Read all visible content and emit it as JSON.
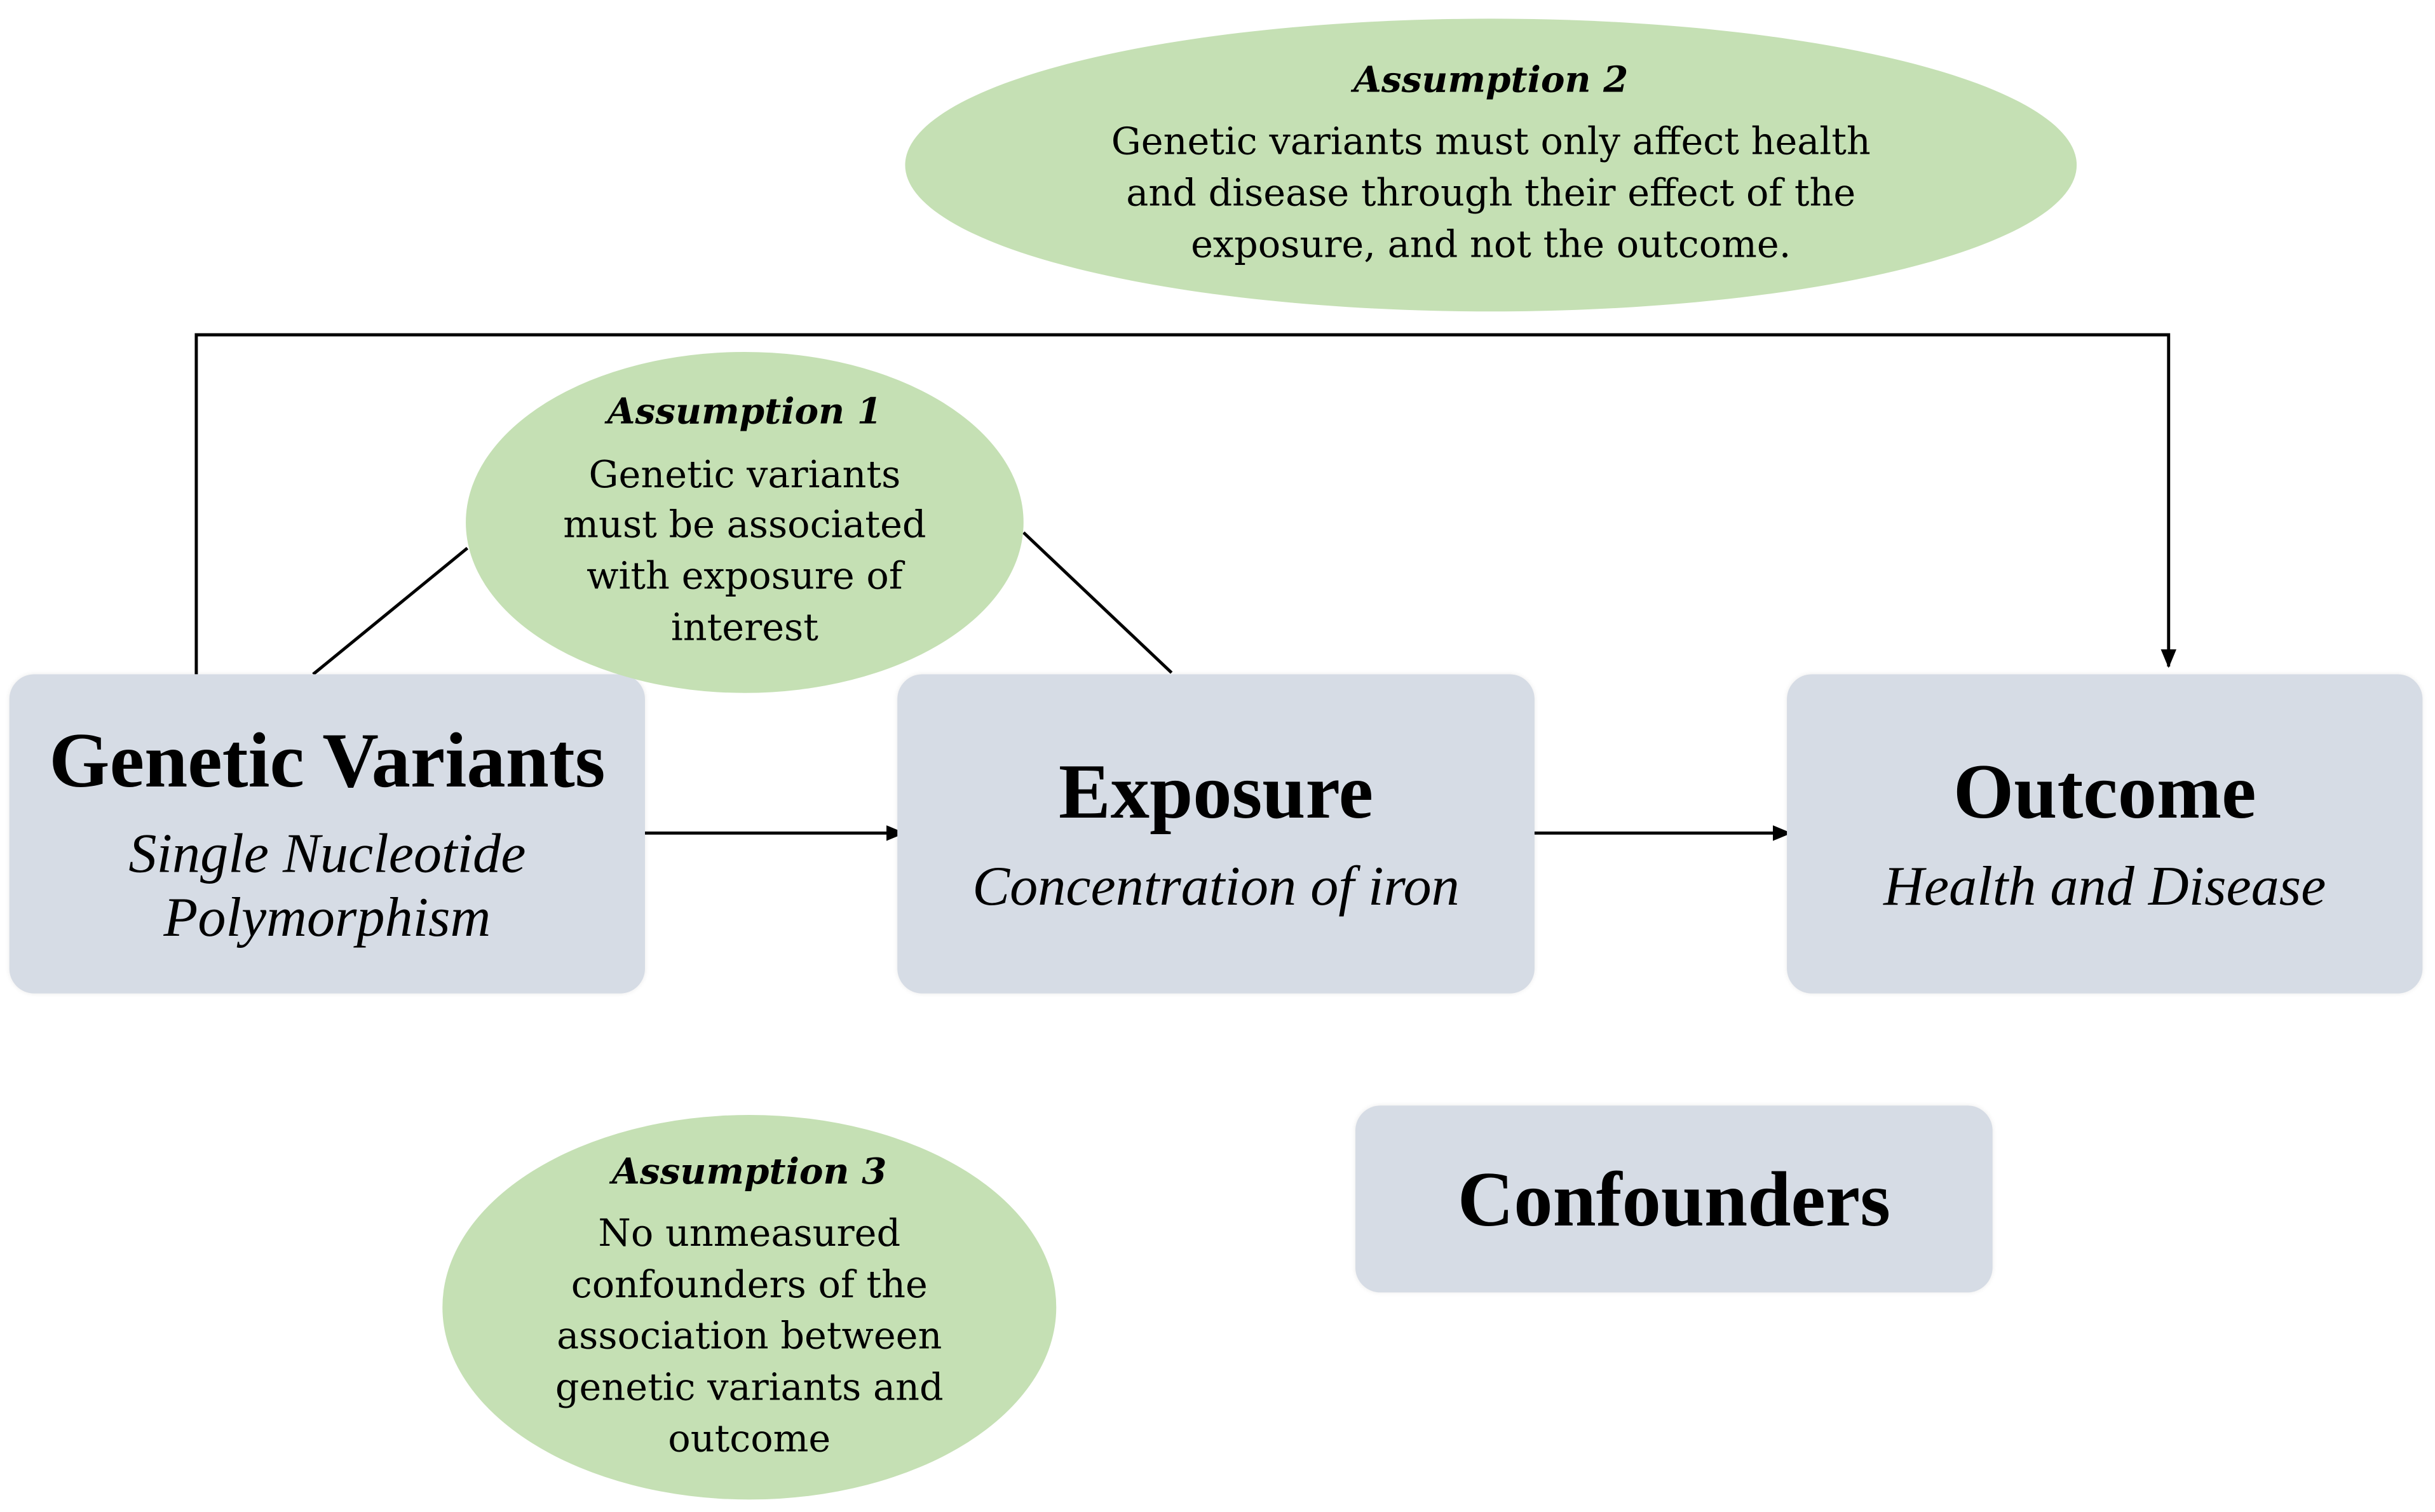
{
  "nodes": {
    "genetic_variants": {
      "title": "Genetic Variants",
      "subtitle": "Single Nucleotide\nPolymorphism"
    },
    "exposure": {
      "title": "Exposure",
      "subtitle": "Concentration of iron"
    },
    "outcome": {
      "title": "Outcome",
      "subtitle": "Health and Disease"
    },
    "confounders": {
      "title": "Confounders"
    }
  },
  "assumptions": {
    "assumption_1": {
      "title": "Assumption 1",
      "text": "Genetic variants\nmust be associated\nwith exposure of\ninterest"
    },
    "assumption_2": {
      "title": "Assumption 2",
      "text": "Genetic variants must only affect health\nand disease through their effect of the\nexposure, and not the outcome."
    },
    "assumption_3": {
      "title": "Assumption 3",
      "text": "No unmeasured\nconfounders of the\nassociation between\ngenetic variants and\noutcome"
    }
  },
  "edges": [
    {
      "from": "Genetic Variants",
      "to": "Exposure",
      "style": "arrow"
    },
    {
      "from": "Exposure",
      "to": "Outcome",
      "style": "arrow"
    },
    {
      "from": "Genetic Variants",
      "to": "Outcome",
      "style": "arrow",
      "route": "over-top"
    },
    {
      "from": "Assumption 1",
      "to": "Genetic Variants",
      "style": "line"
    },
    {
      "from": "Assumption 1",
      "to": "Exposure",
      "style": "line"
    }
  ],
  "colors": {
    "box_fill": "#d6dce5",
    "ellipse_fill": "#c5e0b4",
    "line": "#000000",
    "background": "#ffffff"
  }
}
